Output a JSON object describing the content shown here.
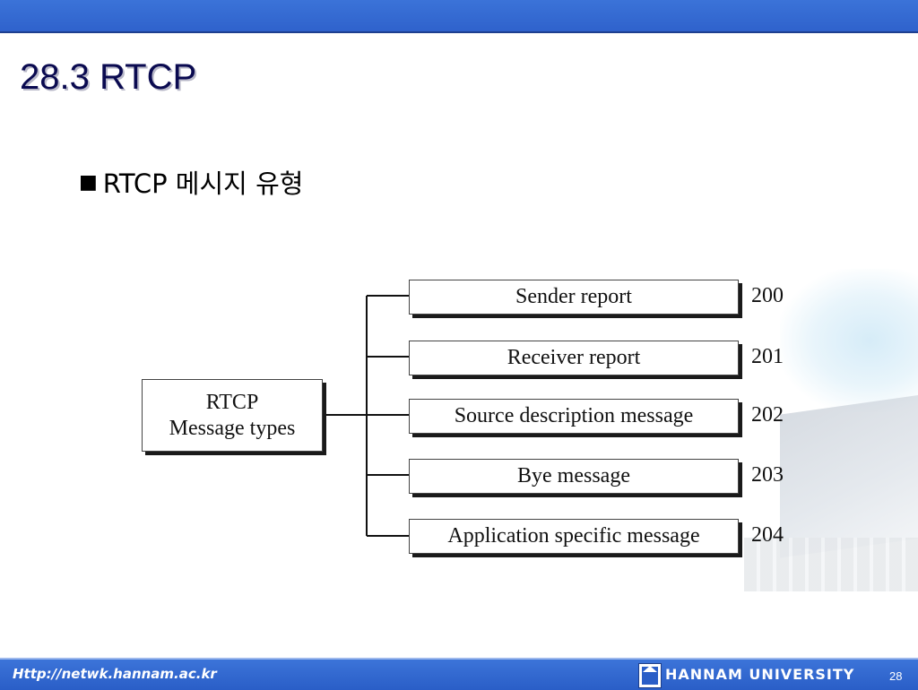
{
  "slide": {
    "title": "28.3 RTCP",
    "bullet_marker": "■",
    "bullet_text": "RTCP 메시지 유형"
  },
  "diagram": {
    "root_lines": [
      "RTCP",
      "Message types"
    ],
    "types": [
      {
        "label": "Sender report",
        "code": "200"
      },
      {
        "label": "Receiver report",
        "code": "201"
      },
      {
        "label": "Source description message",
        "code": "202"
      },
      {
        "label": "Bye message",
        "code": "203"
      },
      {
        "label": "Application specific message",
        "code": "204"
      }
    ]
  },
  "footer": {
    "url": "Http://netwk.hannam.ac.kr",
    "university": "HANNAM  UNIVERSITY",
    "page_number": "28"
  },
  "colors": {
    "header_bar": "#2f62cc",
    "footer_bar": "#2a5ec7",
    "title_text": "#0a0a50"
  },
  "icons": {
    "bullet": "square-bullet-icon",
    "logo": "hannam-logo-icon"
  }
}
